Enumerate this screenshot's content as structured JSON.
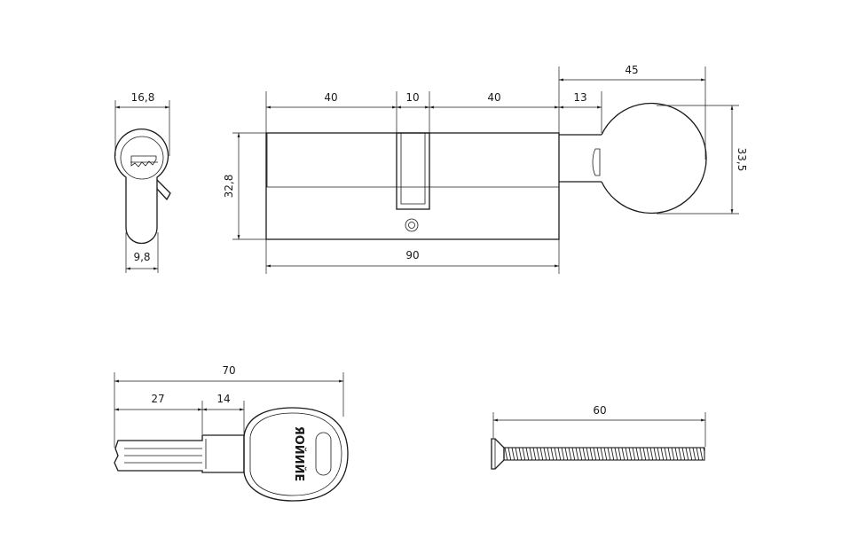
{
  "dimensions": {
    "front_width": "16,8",
    "front_bottom_width": "9,8",
    "body_height": "32,8",
    "left_section": "40",
    "cam_width": "10",
    "right_section": "40",
    "total_length": "90",
    "knob_total": "45",
    "knob_shaft": "13",
    "knob_diameter": "33,5",
    "key_total": "70",
    "key_blade_tip": "27",
    "key_blade_mid": "14",
    "screw_length": "60"
  },
  "key_brand": "ЯОЙИЙЕ"
}
